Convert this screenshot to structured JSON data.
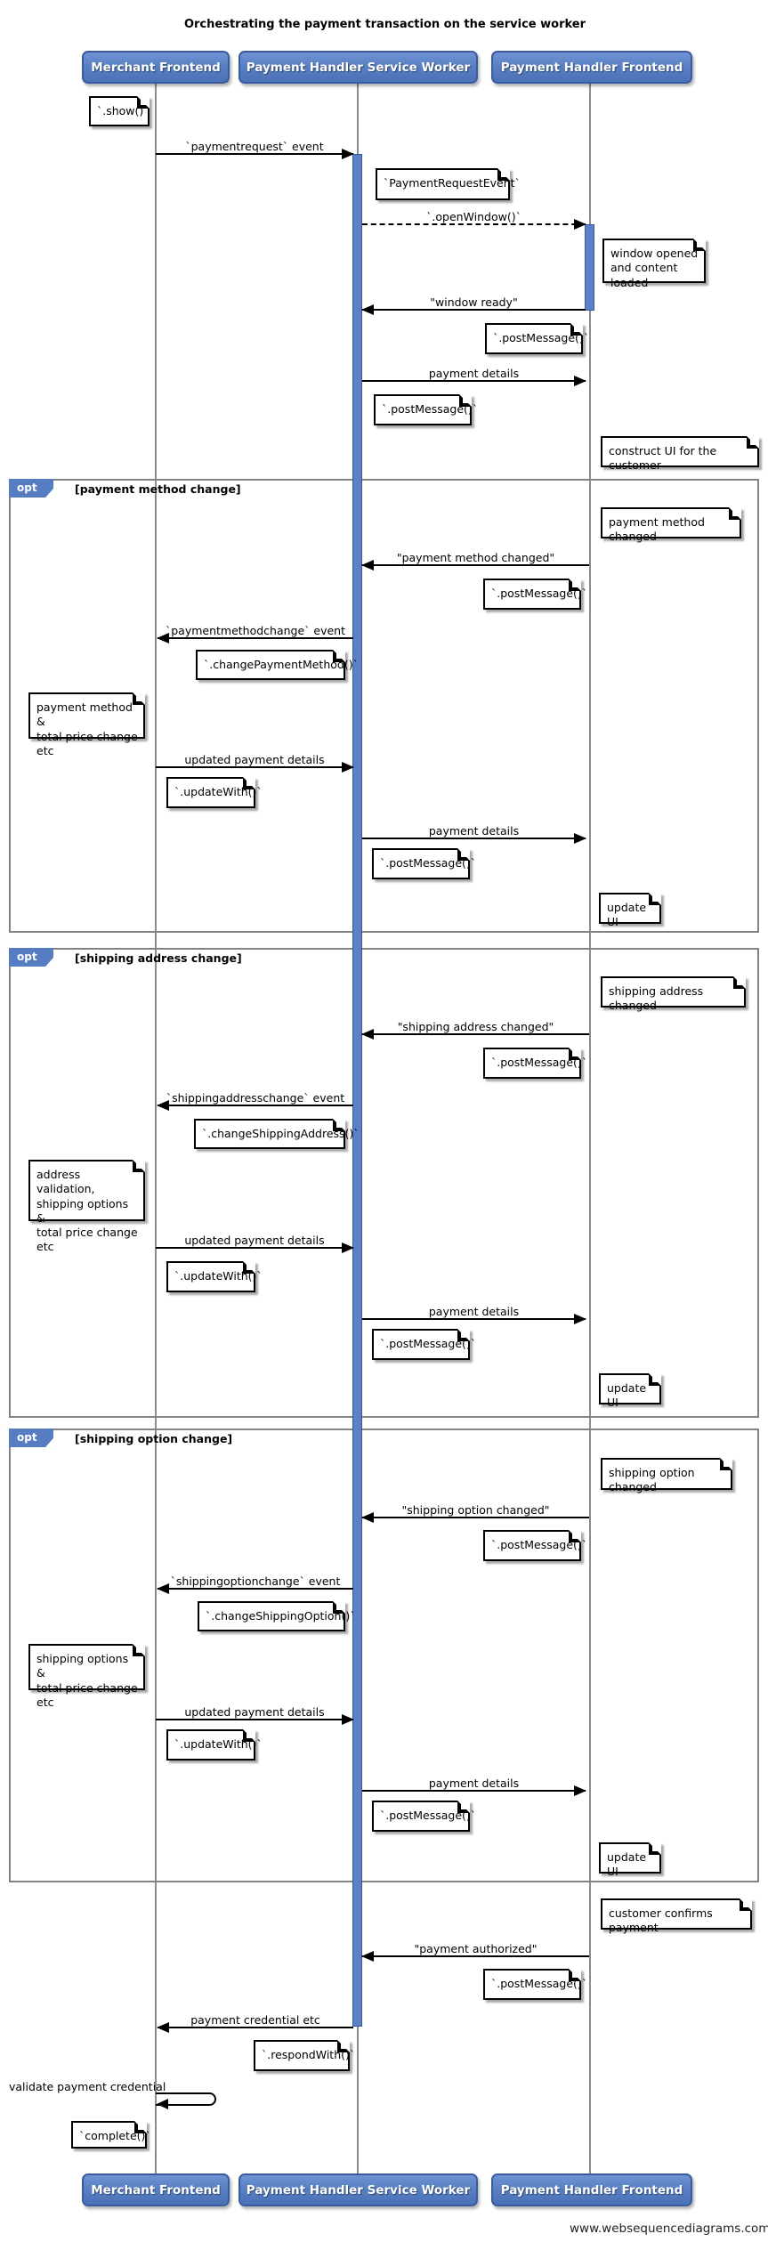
{
  "title": "Orchestrating the payment transaction on the service worker",
  "watermark": "www.websequencediagrams.com",
  "colors": {
    "participant_fill": "#567dc1",
    "participant_border": "#3a5c9e",
    "activation_fill": "#5c81c5",
    "frame_border": "#838383",
    "note_fill": "#ffffff",
    "arrow": "#000000"
  },
  "participants": [
    {
      "label": "Merchant Frontend"
    },
    {
      "label": "Payment Handler Service Worker"
    },
    {
      "label": "Payment Handler Frontend"
    }
  ],
  "fragments": [
    {
      "keyword": "opt",
      "condition": "[payment method change]"
    },
    {
      "keyword": "opt",
      "condition": "[shipping address change]"
    },
    {
      "keyword": "opt",
      "condition": "[shipping option change]"
    }
  ],
  "messages": [
    {
      "label": "`paymentrequest` event"
    },
    {
      "label": "`.openWindow()`"
    },
    {
      "label": "\"window ready\""
    },
    {
      "label": "payment details"
    },
    {
      "label": "\"payment method changed\""
    },
    {
      "label": "`paymentmethodchange` event"
    },
    {
      "label": "updated payment details"
    },
    {
      "label": "payment details"
    },
    {
      "label": "\"shipping address changed\""
    },
    {
      "label": "`shippingaddresschange` event"
    },
    {
      "label": "updated payment details"
    },
    {
      "label": "payment details"
    },
    {
      "label": "\"shipping option changed\""
    },
    {
      "label": "`shippingoptionchange` event"
    },
    {
      "label": "updated payment details"
    },
    {
      "label": "payment details"
    },
    {
      "label": "\"payment authorized\""
    },
    {
      "label": "payment credential etc"
    },
    {
      "label": "validate payment credential"
    }
  ],
  "notes": [
    {
      "text": "`.show()`"
    },
    {
      "text": "`PaymentRequestEvent`"
    },
    {
      "text": "window opened\nand content loaded"
    },
    {
      "text": "`.postMessage()`"
    },
    {
      "text": "`.postMessage()`"
    },
    {
      "text": "construct UI for the customer"
    },
    {
      "text": "payment method changed"
    },
    {
      "text": "`.postMessage()`"
    },
    {
      "text": "`.changePaymentMethod()`"
    },
    {
      "text": "payment method &\ntotal price change etc"
    },
    {
      "text": "`.updateWith()`"
    },
    {
      "text": "`.postMessage()`"
    },
    {
      "text": "update UI"
    },
    {
      "text": "shipping address changed"
    },
    {
      "text": "`.postMessage()`"
    },
    {
      "text": "`.changeShippingAddress()`"
    },
    {
      "text": "address validation,\nshipping options &\ntotal price change etc"
    },
    {
      "text": "`.updateWith()`"
    },
    {
      "text": "`.postMessage()`"
    },
    {
      "text": "update UI"
    },
    {
      "text": "shipping option changed"
    },
    {
      "text": "`.postMessage()`"
    },
    {
      "text": "`.changeShippingOption()`"
    },
    {
      "text": "shipping options &\ntotal price change etc"
    },
    {
      "text": "`.updateWith()`"
    },
    {
      "text": "`.postMessage()`"
    },
    {
      "text": "update UI"
    },
    {
      "text": "customer confirms payment"
    },
    {
      "text": "`.postMessage()`"
    },
    {
      "text": "`.respondWith()`"
    },
    {
      "text": "`complete()`"
    }
  ]
}
